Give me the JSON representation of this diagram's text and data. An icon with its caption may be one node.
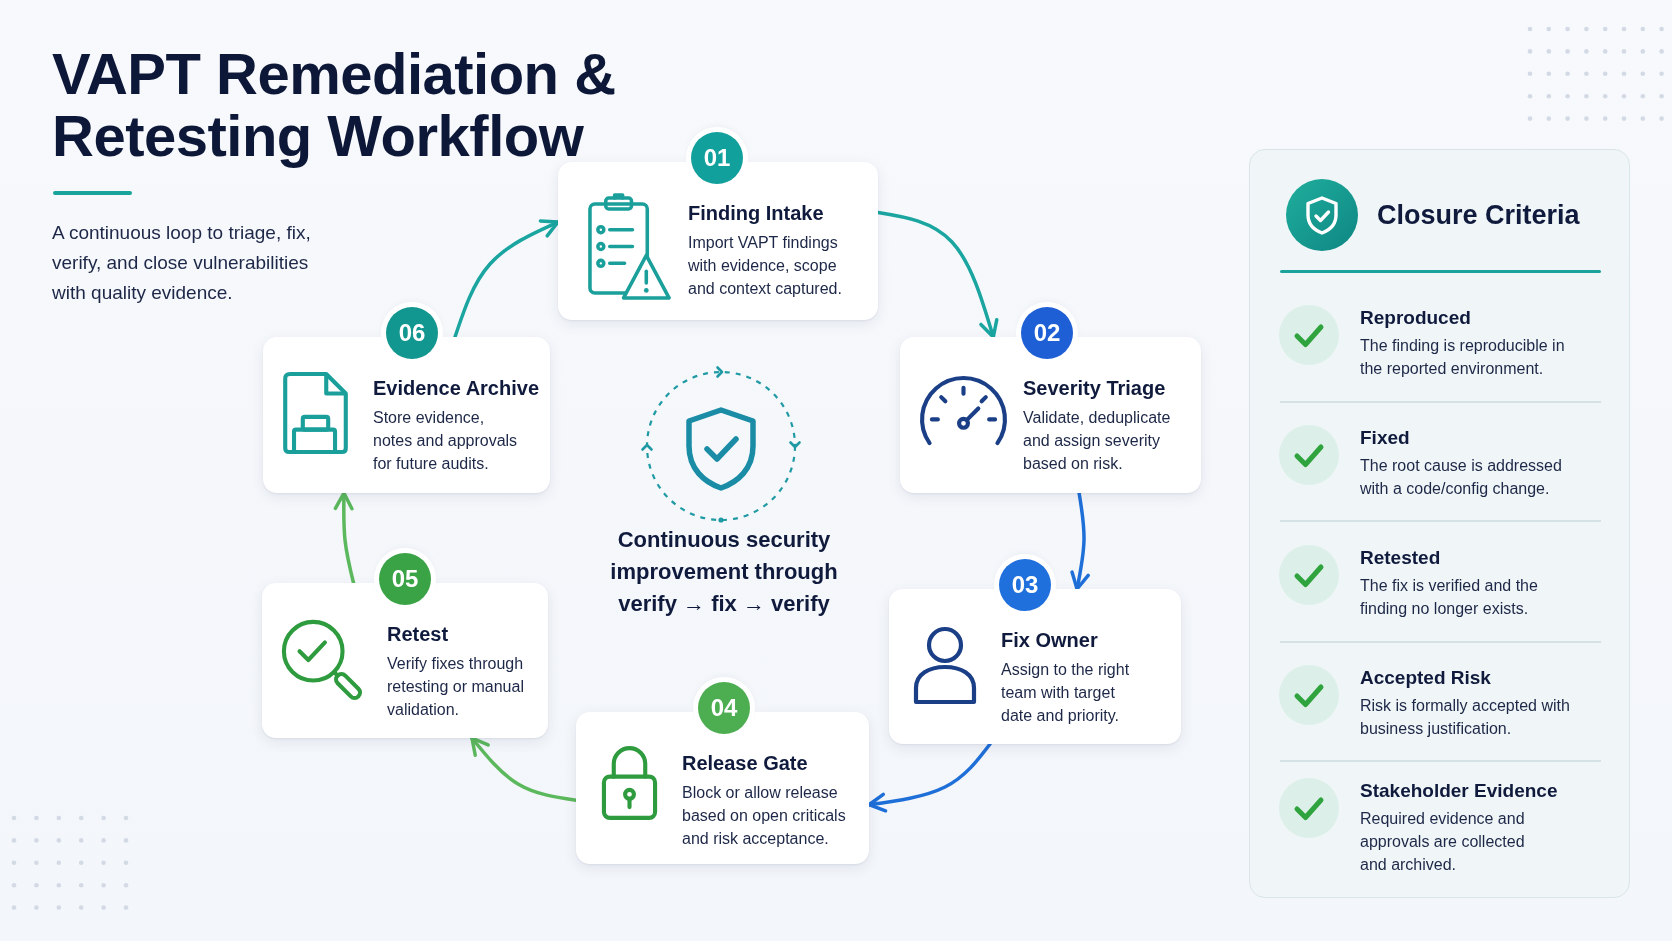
{
  "diagram": {
    "title": "VAPT Remediation & Retesting Workflow",
    "nodes": [
      {
        "text": [
          "01",
          "Finding Intake",
          "Import VAPT findings with evidence, scope and context captured."
        ]
      },
      {
        "text": [
          "02",
          "Severity Triage",
          "Validate, deduplicate and assign severity based on risk."
        ]
      },
      {
        "text": [
          "03",
          "Fix Owner",
          "Assign to the right team with target date and priority."
        ]
      },
      {
        "text": [
          "04",
          "Release Gate",
          "Block or allow release based on open criticals and risk acceptance."
        ]
      },
      {
        "text": [
          "05",
          "Retest",
          "Verify fixes through retesting or manual validation."
        ]
      },
      {
        "text": [
          "06",
          "Evidence Archive",
          "Store evidence, notes and approvals for future audits."
        ]
      },
      {
        "text": [
          "Closure Criteria",
          "Reproduced",
          "The finding is reproducible in the reported environment.",
          "Fixed",
          "The root cause is addressed with a code/config change.",
          "Retested",
          "The fix is verified and the finding no longer exists.",
          "Accepted Risk",
          "Risk is formally accepted with business justification.",
          "Stakeholder Evidence",
          "Required evidence and approvals are collected and archived."
        ]
      }
    ],
    "edges": [
      {
        "from": 0,
        "to": 1,
        "arrow": "to",
        "color": "#1aa5a0"
      },
      {
        "from": 1,
        "to": 2,
        "arrow": "to",
        "color": "#1f6fd8"
      },
      {
        "from": 2,
        "to": 3,
        "arrow": "to",
        "color": "#1f6fd8"
      },
      {
        "from": 3,
        "to": 4,
        "arrow": "to",
        "color": "#5cb85c"
      },
      {
        "from": 4,
        "to": 5,
        "arrow": "to",
        "color": "#5cb85c"
      },
      {
        "from": 5,
        "to": 0,
        "arrow": "to",
        "color": "#1aa5a0"
      }
    ],
    "labels": [
      "A continuous loop to triage, fix, verify, and close vulnerabilities with quality evidence.",
      "Continuous security improvement through verify → fix → verify"
    ]
  }
}
